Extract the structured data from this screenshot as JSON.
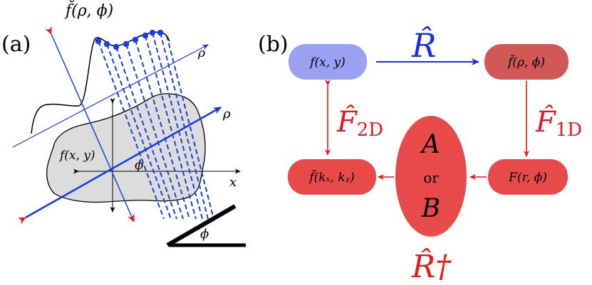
{
  "panel_a": {
    "label": "(a)",
    "projection_label": "f̆(ρ, ϕ)",
    "rho_top": "ρ",
    "rho_main": "ρ",
    "object_label": "f(x, y)",
    "phi_inside": "ϕ",
    "phi_detector": "ϕ",
    "x_label": "x",
    "colors": {
      "beam": "#1a3ee6",
      "object_fill": "#dcdcdc",
      "sample_dot": "#1a3ee6",
      "arrow_tip": "#e8182a"
    }
  },
  "panel_b": {
    "label": "(b)",
    "nodes": {
      "fxy": "f(x, y)",
      "fbreve": "f̆(ρ, ϕ)",
      "Frphi": "F(r, ϕ)",
      "ftilde": "f̃(kₓ, kᵧ)",
      "ellipse_top": "A",
      "ellipse_mid": "or",
      "ellipse_bot": "B"
    },
    "ops": {
      "radon": "R̂",
      "f1d_main": "F̂",
      "f1d_sub": "1D",
      "f2d_main": "F̂",
      "f2d_sub": "2D",
      "inverse": "R̂†"
    },
    "colors": {
      "blue_node": "#9aa0f2",
      "red_node": "#e84a4a",
      "dark_red_node": "#d25858",
      "blue_text": "#1a2ee0",
      "red_text": "#e81818"
    }
  }
}
